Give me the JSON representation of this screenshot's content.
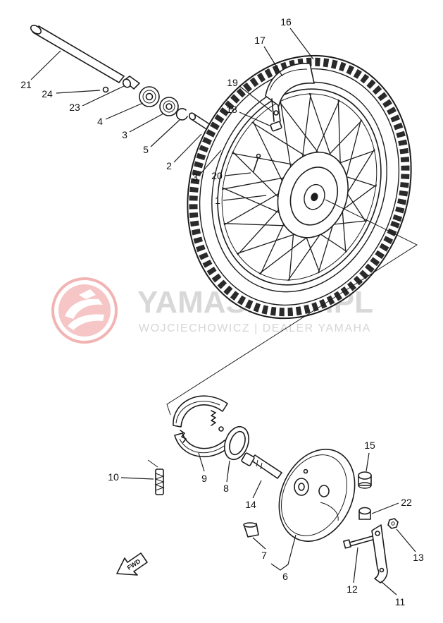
{
  "watermark": {
    "title": "YAMASKLEP.PL",
    "subtitle": "WOJCIECHOWICZ | DEALER YAMAHA"
  },
  "callouts": [
    "21",
    "24",
    "23",
    "4",
    "3",
    "5",
    "2",
    "3",
    "20",
    "1",
    "19",
    "18",
    "17",
    "16",
    "10",
    "9",
    "8",
    "14",
    "7",
    "6",
    "15",
    "22",
    "13",
    "12",
    "11"
  ],
  "fwd_label": "FWD",
  "colors": {
    "line": "#1c1c1c",
    "watermark_text": "#d8d8d8",
    "watermark_logo": "#f2b3b3"
  }
}
